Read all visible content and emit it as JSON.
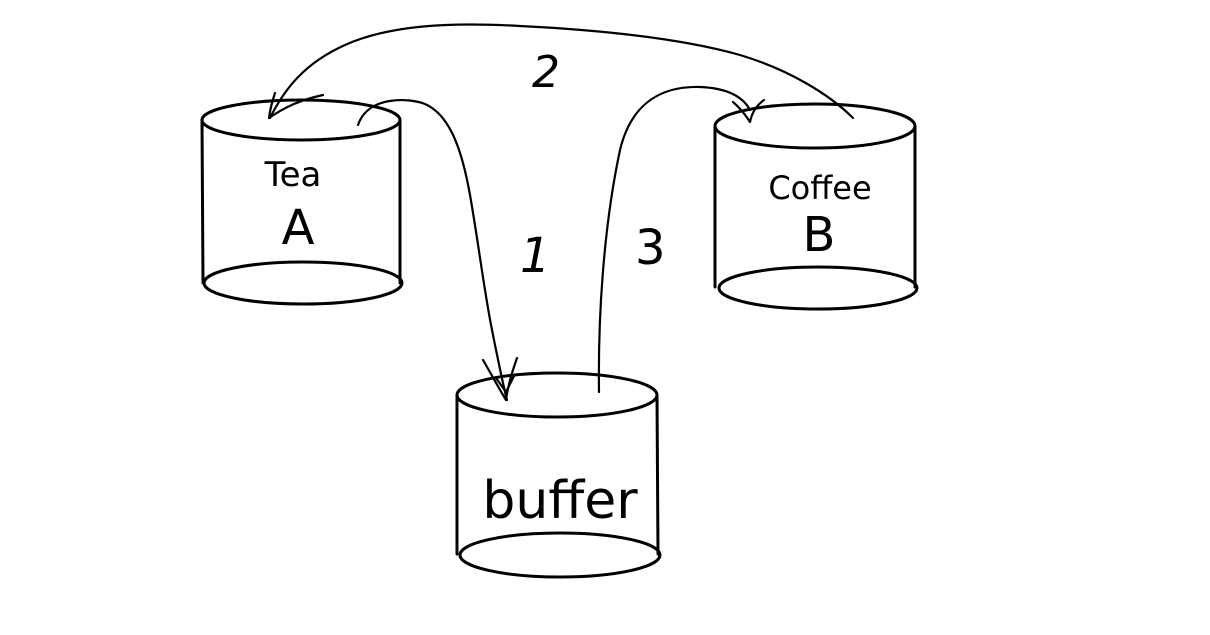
{
  "containers": {
    "a": {
      "name": "Tea",
      "letter": "A"
    },
    "b": {
      "name": "Coffee",
      "letter": "B"
    },
    "buffer": {
      "name": "buffer"
    }
  },
  "steps": {
    "step1": "1",
    "step2": "2",
    "step3": "3"
  },
  "colors": {
    "ink": "#000000",
    "background": "#ffffff"
  }
}
